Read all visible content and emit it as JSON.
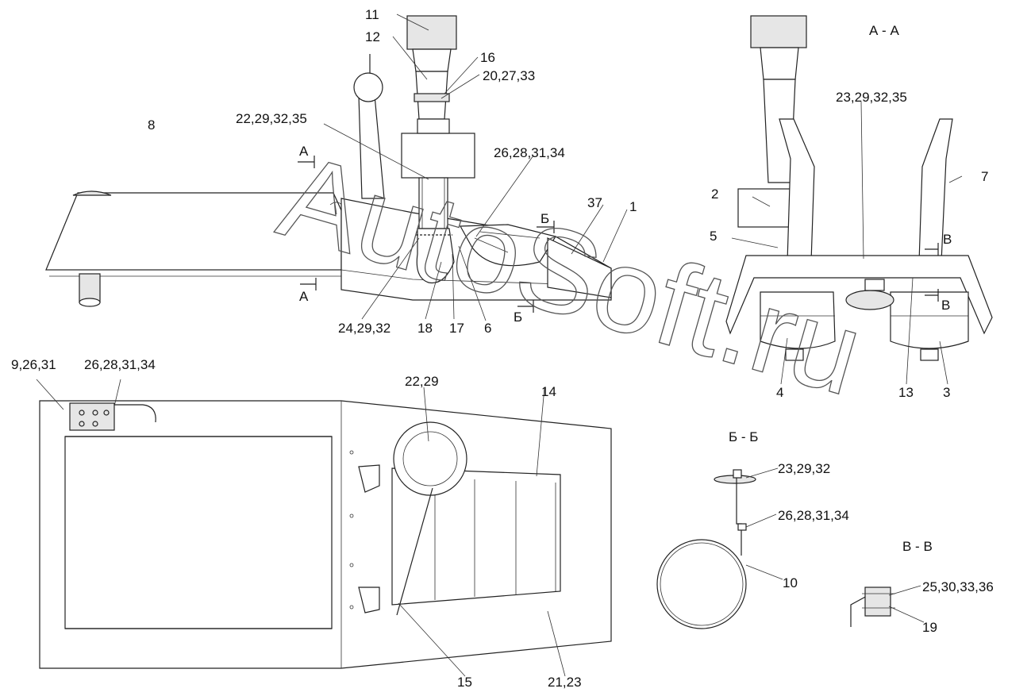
{
  "callouts": {
    "c11": "11",
    "c12": "12",
    "c16": "16",
    "c20": "20,27,33",
    "c8": "8",
    "c22a": "22,29,32,35",
    "secA_top": "А",
    "c26a": "26,28,31,34",
    "secB_top": "Б",
    "c37": "37",
    "c1": "1",
    "secA_bot": "А",
    "c24": "24,29,32",
    "c18": "18",
    "c17": "17",
    "c6": "6",
    "secB_bot": "Б",
    "viewAA": "А - А",
    "c23a": "23,29,32,35",
    "c7": "7",
    "c2": "2",
    "c5": "5",
    "secV_top": "В",
    "secV_bot": "В",
    "c4": "4",
    "c13": "13",
    "c3": "3",
    "c9": "9,26,31",
    "c26b": "26,28,31,34",
    "c22b": "22,29",
    "c14": "14",
    "c15": "15",
    "c21": "21,23",
    "viewBB": "Б - Б",
    "c23b": "23,29,32",
    "c26c": "26,28,31,34",
    "c10": "10",
    "viewVV": "В - В",
    "c25": "25,30,33,36",
    "c19": "19"
  },
  "watermark": "AutoSoft.ru"
}
